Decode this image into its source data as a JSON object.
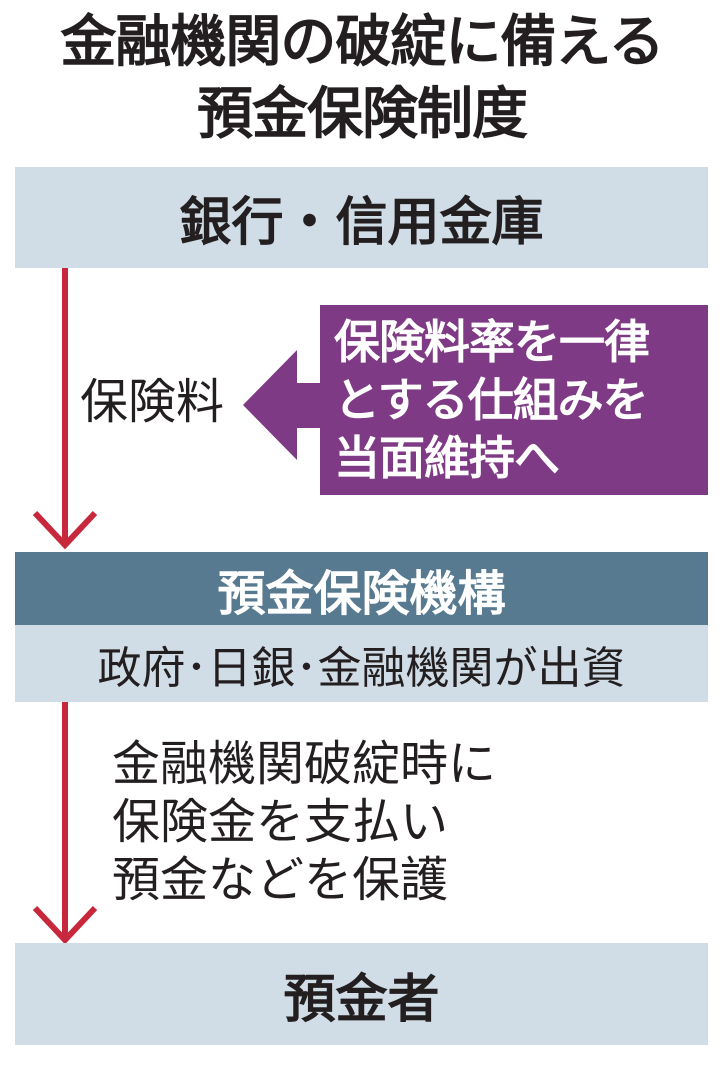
{
  "title": {
    "line1": "金融機関の破綻に備える",
    "line2": "預金保険制度"
  },
  "nodes": {
    "banks": "銀行・信用金庫",
    "dic": "預金保険機構",
    "dic_funding": "政府･日銀･金融機関が出資",
    "depositors": "預金者"
  },
  "flows": {
    "premium_label": "保険料",
    "policy_note": [
      "保険料率を一律",
      "とする仕組みを",
      "当面維持へ"
    ],
    "payout_note": [
      "金融機関破綻時に",
      "保険金を支払い",
      "預金などを保護"
    ]
  },
  "colors": {
    "arrow": "#c8283c",
    "policy": "#7e3a84",
    "dark_box": "#577a91",
    "light_box": "#d0dce6"
  }
}
